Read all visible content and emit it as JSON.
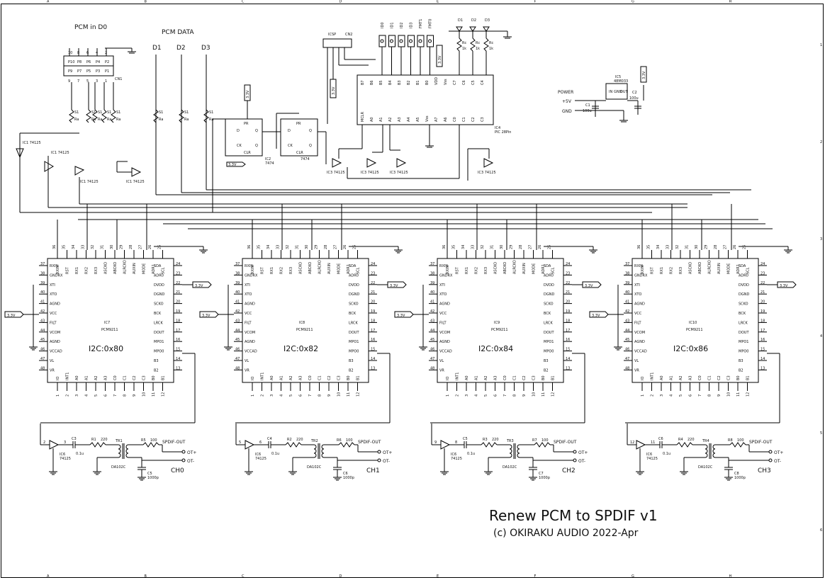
{
  "title": {
    "main": "Renew PCM to SPDIF v1",
    "copyright": "(c) OKIRAKU AUDIO 2022-Apr"
  },
  "frame": {
    "columns": [
      "A",
      "B",
      "C",
      "D",
      "E",
      "F",
      "G",
      "H"
    ],
    "rows": [
      "1",
      "2",
      "3",
      "4",
      "5",
      "6"
    ]
  },
  "top": {
    "pcm_in_label": "PCM in D0",
    "pcm_data_label": "PCM DATA",
    "data_lines": [
      "D1",
      "D2",
      "D3"
    ],
    "cn1": {
      "ref": "CN1",
      "pins_top": [
        "10",
        "8",
        "6",
        "4",
        "2"
      ],
      "pins_bottom": [
        "9",
        "7",
        "5",
        "3",
        "1"
      ],
      "names_top": [
        "P10",
        "P8",
        "P6",
        "P4",
        "P2"
      ],
      "names_bottom": [
        "P9",
        "P7",
        "P5",
        "P3",
        "P1"
      ]
    },
    "resistor_net": {
      "ref": "S1",
      "value": "Ra"
    },
    "icsp": {
      "label": "ICSP",
      "ref": "CN2"
    },
    "id_pins": [
      "ID0",
      "ID1",
      "ID2",
      "ID3",
      "FMT1",
      "FMT0"
    ],
    "leds": [
      "D1",
      "D2",
      "D3"
    ],
    "led_resistor": {
      "ref": "Rc",
      "value": "1k"
    },
    "ic4": {
      "ref": "IC4",
      "part": "PIC 28Pin",
      "pins": [
        "MCLR",
        "A0",
        "A1",
        "A2",
        "A3",
        "A4",
        "A5",
        "Vss",
        "A7",
        "A6",
        "C0",
        "C1",
        "C2",
        "C3",
        "B7",
        "B6",
        "B5",
        "B4",
        "B3",
        "B2",
        "B1",
        "B0",
        "VDD",
        "Vss",
        "C7",
        "C6",
        "C5",
        "C4"
      ]
    },
    "ic2": {
      "ref": "IC2",
      "part": "7474",
      "pins": [
        "D",
        "CK",
        "Q",
        "Q",
        "PR",
        "CLR"
      ]
    },
    "ic5": {
      "ref": "IC5",
      "part": "48M033",
      "pins": [
        "IN",
        "GND",
        "OUT"
      ]
    },
    "power": {
      "title": "POWER",
      "plus": "+5V",
      "gnd": "GND"
    },
    "c1": {
      "ref": "C1",
      "value": "100u"
    },
    "c2": {
      "ref": "C2",
      "value": "100u"
    },
    "rail_33": "3.3V",
    "buffers": [
      "IC1 74125",
      "IC1 74125",
      "IC1 74125",
      "IC1 74125",
      "IC3 74125",
      "IC3 74125",
      "IC3 74125",
      "IC3 74125"
    ]
  },
  "pcm9211": {
    "top_pins": [
      "36",
      "35",
      "34",
      "33",
      "32",
      "31",
      "30",
      "29",
      "28",
      "27",
      "26",
      "25"
    ],
    "top_names": [
      "RXIN",
      "RST",
      "RX1",
      "RX2",
      "RX3",
      "ASCKO",
      "ABCKO",
      "ALRCKO",
      "AUXIN",
      "MODE",
      "ADR1",
      "SCL"
    ],
    "left_pins": [
      "37",
      "38",
      "39",
      "40",
      "41",
      "42",
      "43",
      "44",
      "45",
      "46",
      "47",
      "48"
    ],
    "left_names": [
      "RXIN",
      "GNDRX",
      "XTI",
      "XTO",
      "AGND",
      "VCC",
      "FILT",
      "VCOM",
      "AGND",
      "VCCAD",
      "VL",
      "VR"
    ],
    "right_pins": [
      "24",
      "23",
      "22",
      "21",
      "20",
      "19",
      "18",
      "17",
      "16",
      "15",
      "14",
      "13"
    ],
    "right_names": [
      "SDA",
      "ADR0",
      "DVDD",
      "DGND",
      "SCKO",
      "BCK",
      "LRCK",
      "DOUT",
      "MPO1",
      "MPO0",
      "B3",
      "B2"
    ],
    "bottom_pins": [
      "1",
      "2",
      "3",
      "4",
      "5",
      "6",
      "7",
      "8",
      "9",
      "10",
      "11",
      "12"
    ],
    "bottom_names": [
      "IO",
      "INT1",
      "A0",
      "A1",
      "A2",
      "A3",
      "C0",
      "C1",
      "C2",
      "C3",
      "B0",
      "B1"
    ],
    "part": "PCM9211",
    "chips": [
      {
        "ref": "IC7",
        "addr": "I2C:0x80"
      },
      {
        "ref": "IC8",
        "addr": "I2C:0x82"
      },
      {
        "ref": "IC9",
        "addr": "I2C:0x84"
      },
      {
        "ref": "IC10",
        "addr": "I2C:0x86"
      }
    ]
  },
  "outputs": [
    {
      "channel": "CH0",
      "buffer": "IC6",
      "part": "74125",
      "pin_a": "2",
      "pin_b": "3",
      "cap": "C3",
      "cap_val": "0.1u",
      "res": "R1",
      "res_val": "220",
      "tr": "TR1",
      "tr_part": "DA102C",
      "r_out": "R5",
      "r_out_val": "100",
      "c_out": "C5",
      "c_out_val": "1000p"
    },
    {
      "channel": "CH1",
      "buffer": "IC6",
      "part": "74125",
      "pin_a": "5",
      "pin_b": "6",
      "cap": "C4",
      "cap_val": "0.1u",
      "res": "R2",
      "res_val": "220",
      "tr": "TR2",
      "tr_part": "DA102C",
      "r_out": "R6",
      "r_out_val": "100",
      "c_out": "C6",
      "c_out_val": "1000p"
    },
    {
      "channel": "CH2",
      "buffer": "IC6",
      "part": "74125",
      "pin_a": "9",
      "pin_b": "8",
      "cap": "C5",
      "cap_val": "0.1u",
      "res": "R3",
      "res_val": "220",
      "tr": "TR3",
      "tr_part": "DA102C",
      "r_out": "R7",
      "r_out_val": "100",
      "c_out": "C7",
      "c_out_val": "1000p"
    },
    {
      "channel": "CH3",
      "buffer": "IC6",
      "part": "74125",
      "pin_a": "12",
      "pin_b": "11",
      "cap": "C6",
      "cap_val": "0.1u",
      "res": "R4",
      "res_val": "220",
      "tr": "TR4",
      "tr_part": "DA102C",
      "r_out": "R8",
      "r_out_val": "100",
      "c_out": "C8",
      "c_out_val": "1000p"
    }
  ],
  "spdif": {
    "title": "SPDIF-OUT",
    "plus": "OT+",
    "minus": "OT-"
  }
}
